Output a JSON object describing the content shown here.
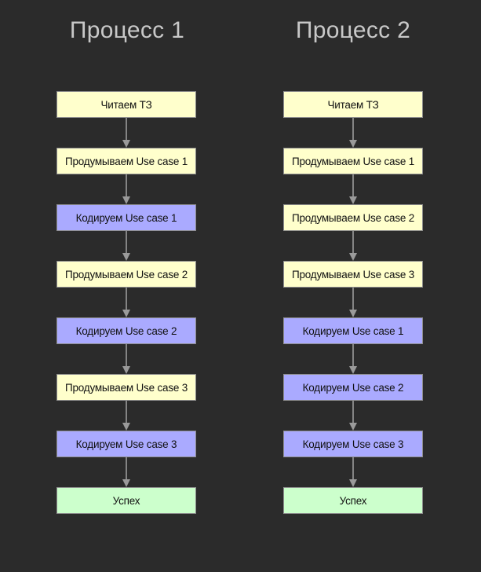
{
  "colors": {
    "background": "#2b2b2b",
    "title": "#c8c8c8",
    "yellow": "#ffffcc",
    "blue": "#aaaaff",
    "green": "#ccffcc",
    "border": "#8e8e8e",
    "arrow": "#9a9a9a"
  },
  "process1": {
    "title": "Процесс 1",
    "steps": [
      {
        "label": "Читаем ТЗ",
        "kind": "read"
      },
      {
        "label": "Продумываем Use case 1",
        "kind": "think"
      },
      {
        "label": "Кодируем Use case 1",
        "kind": "code"
      },
      {
        "label": "Продумываем Use case 2",
        "kind": "think"
      },
      {
        "label": "Кодируем Use case 2",
        "kind": "code"
      },
      {
        "label": "Продумываем Use case 3",
        "kind": "think"
      },
      {
        "label": "Кодируем Use case 3",
        "kind": "code"
      },
      {
        "label": "Успех",
        "kind": "done"
      }
    ]
  },
  "process2": {
    "title": "Процесс 2",
    "steps": [
      {
        "label": "Читаем ТЗ",
        "kind": "read"
      },
      {
        "label": "Продумываем Use case 1",
        "kind": "think"
      },
      {
        "label": "Продумываем Use case 2",
        "kind": "think"
      },
      {
        "label": "Продумываем Use case 3",
        "kind": "think"
      },
      {
        "label": "Кодируем Use case 1",
        "kind": "code"
      },
      {
        "label": "Кодируем Use case 2",
        "kind": "code"
      },
      {
        "label": "Кодируем Use case 3",
        "kind": "code"
      },
      {
        "label": "Успех",
        "kind": "done"
      }
    ]
  }
}
